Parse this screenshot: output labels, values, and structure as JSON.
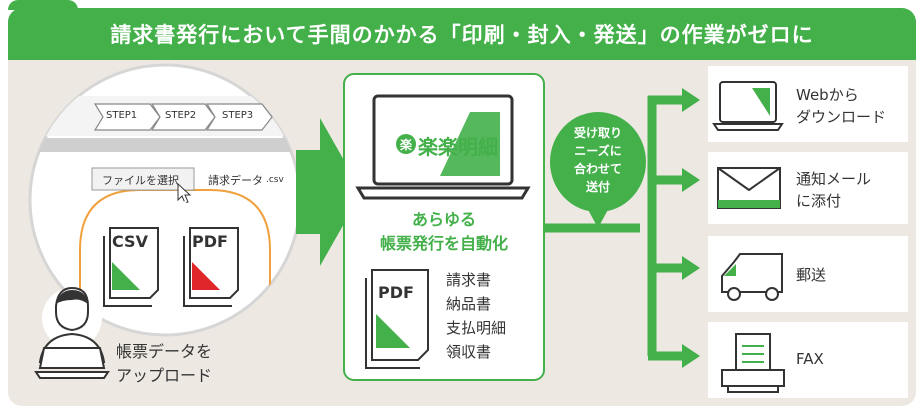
{
  "banner": {
    "title": "請求書発行において手間のかかる「印刷・封入・発送」の作業がゼロに"
  },
  "upload": {
    "steps": [
      "STEP1",
      "STEP2",
      "STEP3"
    ],
    "file_button": "ファイルを選択",
    "file_name": "請求データ",
    "file_ext": ".csv",
    "doc_csv": "CSV",
    "doc_pdf": "PDF",
    "caption_line1": "帳票データを",
    "caption_line2": "アップロード"
  },
  "center": {
    "logo_text": "楽楽明細",
    "logo_mark": "楽",
    "headline_line1": "あらゆる",
    "headline_line2": "帳票発行を自動化",
    "pdf_label": "PDF",
    "doc_list": [
      "請求書",
      "納品書",
      "支払明細",
      "領収書"
    ]
  },
  "bubble": {
    "lines": [
      "受け取り",
      "ニーズに",
      "合わせて",
      "送付"
    ]
  },
  "outputs": [
    {
      "line1": "Webから",
      "line2": "ダウンロード",
      "icon": "laptop-icon"
    },
    {
      "line1": "通知メール",
      "line2": "に添付",
      "icon": "mail-icon"
    },
    {
      "line1": "郵送",
      "line2": "",
      "icon": "truck-icon"
    },
    {
      "line1": "FAX",
      "line2": "",
      "icon": "fax-icon"
    }
  ],
  "colors": {
    "green": "#43b04a",
    "red": "#e0262b",
    "panel": "#ede8e2",
    "text": "#333333"
  }
}
